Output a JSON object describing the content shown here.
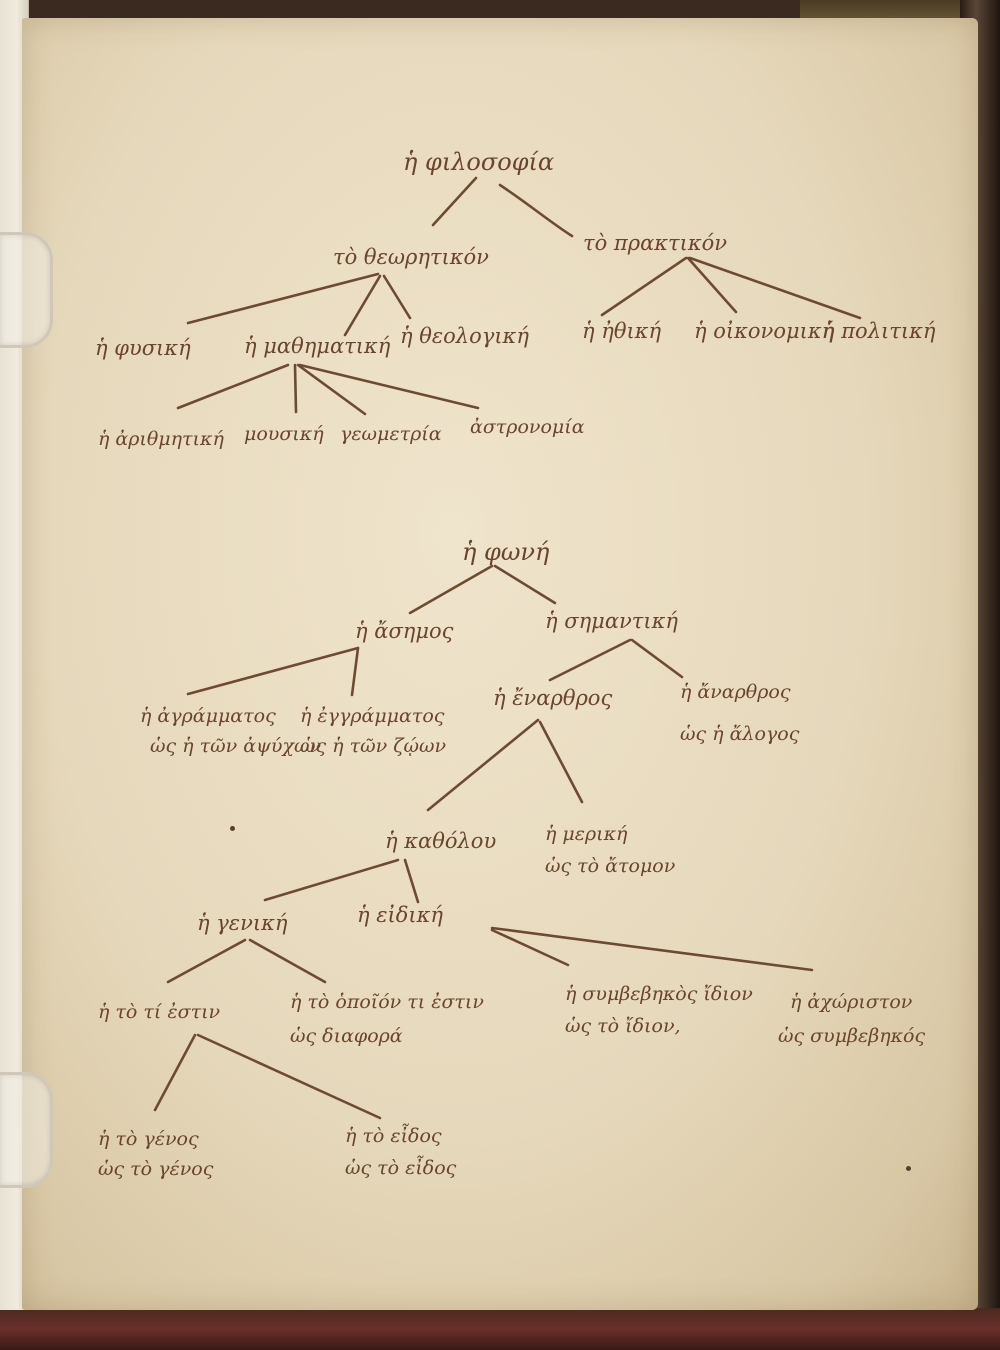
{
  "manuscript": {
    "tree1": {
      "root": "ἡ φιλοσοφία",
      "theoretikon": "τὸ θεωρητικόν",
      "praktikon": "τὸ πρακτικόν",
      "physike": "ἡ φυσική",
      "mathematike": "ἡ μαθηματική",
      "theologike": "ἡ θεολογική",
      "ethike": "ἡ ἠθική",
      "oikonomike": "ἡ οἰκονομική",
      "politike": "ἡ πολιτική",
      "arithmetike": "ἡ ἀριθμητική",
      "mousike": "μουσική",
      "geometria": "γεωμετρία",
      "astronomia": "ἀστρονομία"
    },
    "tree2": {
      "root": "ἡ φωνή",
      "asemos": "ἡ ἄσημος",
      "semantike": "ἡ σημαντική",
      "agrammatos_line1": "ἡ ἀγράμματος",
      "agrammatos_line2": "ὡς ἡ τῶν ἀψύχων",
      "engrammatos_line1": "ἡ ἐγγράμματος",
      "engrammatos_line2": "ὡς ἡ τῶν ζῴων",
      "enarthros": "ἡ ἔναρθρος",
      "anarthros_line1": "ἡ ἄναρθρος",
      "anarthros_line2": "ὡς ἡ ἄλογος",
      "katholou": "ἡ καθόλου",
      "merike_line1": "ἡ μερική",
      "merike_line2": "ὡς τὸ ἄτομον",
      "genike": "ἡ γενική",
      "eidike": "ἡ εἰδική",
      "ousiodes": "ἡ τὸ τί ἐστιν",
      "poion_line1": "ἡ τὸ ὁποῖόν τι ἐστιν",
      "poion_line2": "ὡς διαφορά",
      "idion_line1": "ἡ συμβεβηκὸς ἴδιον",
      "idion_line2": "ὡς τὸ ἴδιον,",
      "symbebekos_line1": "ἡ ἀχώριστον",
      "symbebekos_line2": "ὡς συμβεβηκός",
      "genos_line1": "ἡ τὸ γένος",
      "genos_line2": "ὡς τὸ γένος",
      "eidos_line1": "ἡ τὸ εἶδος",
      "eidos_line2": "ὡς τὸ εἶδος"
    }
  }
}
